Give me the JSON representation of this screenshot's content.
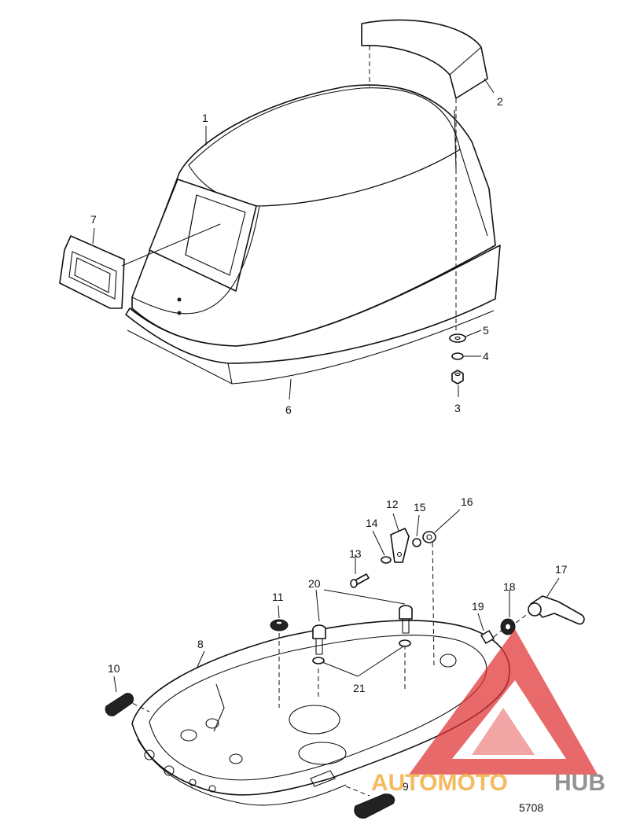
{
  "figure_number": "5708",
  "watermark": {
    "text_auto": "AUTOMOTO",
    "text_hub": "HUB",
    "colors": {
      "triangle": "#e03030",
      "auto": "#f0a020",
      "hub": "#6a6a6a"
    }
  },
  "callouts": [
    "1",
    "2",
    "3",
    "4",
    "5",
    "6",
    "7",
    "8",
    "9",
    "10",
    "11",
    "12",
    "13",
    "14",
    "15",
    "16",
    "17",
    "18",
    "19",
    "20",
    "21"
  ],
  "parts": [
    {
      "id": "1",
      "depicts": "top-cowl-icon"
    },
    {
      "id": "2",
      "depicts": "rear-cover-icon"
    },
    {
      "id": "3",
      "depicts": "nut-icon"
    },
    {
      "id": "4",
      "depicts": "lock-washer-icon"
    },
    {
      "id": "5",
      "depicts": "washer-icon"
    },
    {
      "id": "6",
      "depicts": "seal-strip-icon"
    },
    {
      "id": "7",
      "depicts": "air-inlet-grille-icon"
    },
    {
      "id": "8",
      "depicts": "bottom-cowl-icon"
    },
    {
      "id": "9",
      "depicts": "grommet-icon"
    },
    {
      "id": "10",
      "depicts": "grommet-icon"
    },
    {
      "id": "11",
      "depicts": "grommet-icon"
    },
    {
      "id": "12",
      "depicts": "latch-plate-icon"
    },
    {
      "id": "13",
      "depicts": "screw-icon"
    },
    {
      "id": "14",
      "depicts": "washer-icon"
    },
    {
      "id": "15",
      "depicts": "washer-icon"
    },
    {
      "id": "16",
      "depicts": "nut-icon"
    },
    {
      "id": "17",
      "depicts": "latch-lever-icon"
    },
    {
      "id": "18",
      "depicts": "washer-icon"
    },
    {
      "id": "19",
      "depicts": "bushing-icon"
    },
    {
      "id": "20",
      "depicts": "bolt-icon"
    },
    {
      "id": "21",
      "depicts": "washer-icon"
    }
  ]
}
